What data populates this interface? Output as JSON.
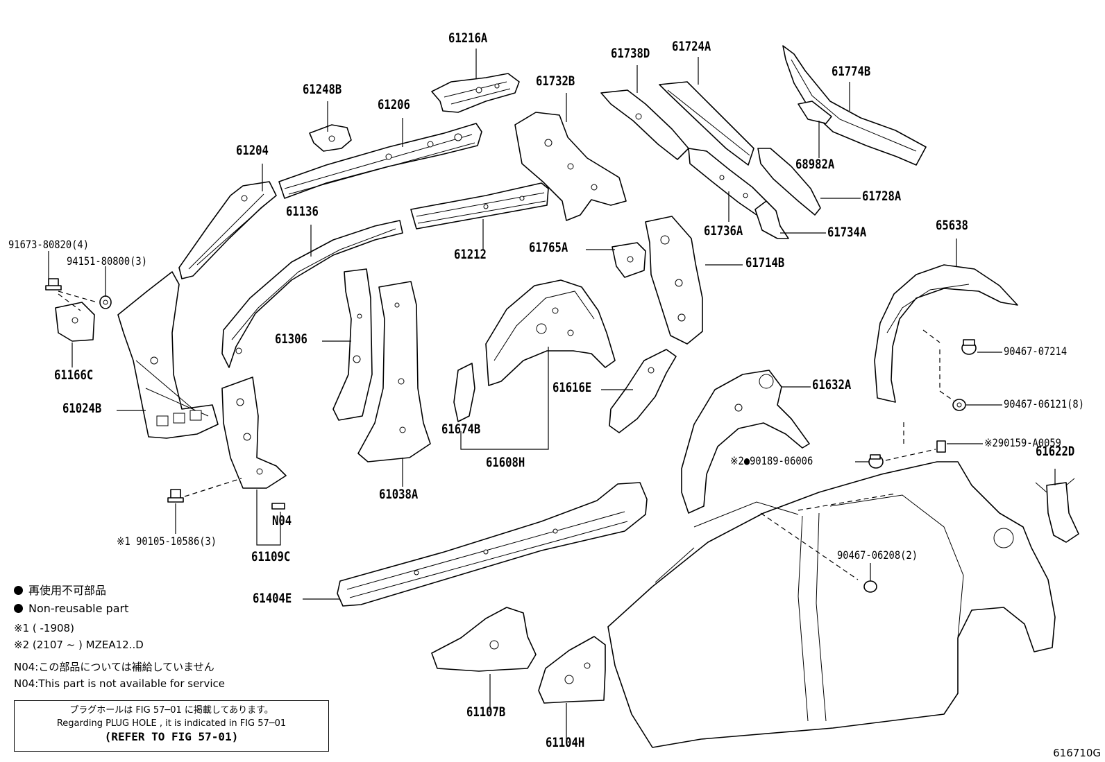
{
  "parts": {
    "p61216A": "61216A",
    "p61248B": "61248B",
    "p61206": "61206",
    "p61204": "61204",
    "p61732B": "61732B",
    "p61738D": "61738D",
    "p61724A": "61724A",
    "p61774B": "61774B",
    "p68982A": "68982A",
    "p61728A": "61728A",
    "p61736A": "61736A",
    "p61734A": "61734A",
    "p61136": "61136",
    "p61212": "61212",
    "p61765A": "61765A",
    "p61714B": "61714B",
    "p65638": "65638",
    "p91673": "91673-80820(4)",
    "p94151": "94151-80800(3)",
    "p61166C": "61166C",
    "p61024B": "61024B",
    "p61306": "61306",
    "p61616E": "61616E",
    "p61632A": "61632A",
    "p90467_07214": "90467-07214",
    "p90467_06121": "90467-06121(8)",
    "p90159": "※290159-A0059",
    "p90189": "※2●90189-06006",
    "p61622D": "61622D",
    "p61674B": "61674B",
    "p61608H": "61608H",
    "p61038A": "61038A",
    "pN04": "N04",
    "p90105": "※1 90105-10586(3)",
    "p61109C": "61109C",
    "p90467_06208": "90467-06208(2)",
    "p61404E": "61404E",
    "p61107B": "61107B",
    "p61104H": "61104H"
  },
  "legend": {
    "nonreusable_jp": "再使用不可部品",
    "nonreusable_en": "Non-reusable part",
    "note1": "※1 (      -1908)",
    "note2": "※2 (2107 ~     ) MZEA12..D",
    "n04_jp": "N04:この部品については補給していません",
    "n04_en": "N04:This part is not available for service"
  },
  "notebox": {
    "line_jp": "プラグホールは FIG 57─01 に掲載してあります。",
    "line_en": "Regarding  PLUG  HOLE , it is indicated in FIG  57─01",
    "line_ref": "(REFER TO FIG 57-01)"
  },
  "figure_code": "616710G"
}
